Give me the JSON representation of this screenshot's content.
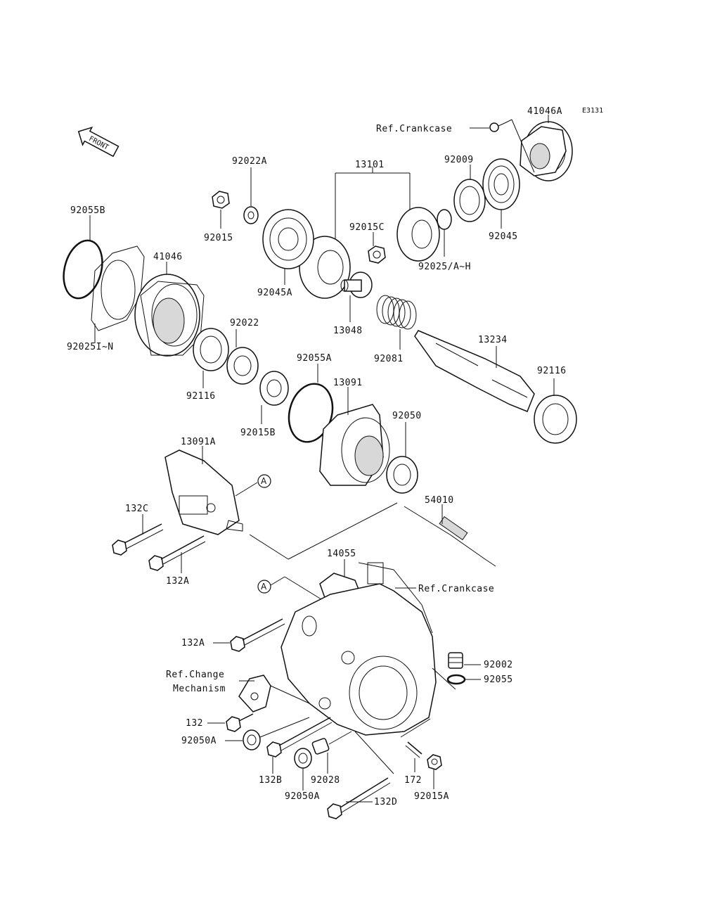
{
  "diagram_code": "E3131",
  "front_label": "FRONT",
  "callout_letter": "A",
  "part_labels": {
    "p41046A": "41046A",
    "ref_crankcase_top": "Ref.Crankcase",
    "p92009": "92009",
    "p13101": "13101",
    "p92022A": "92022A",
    "p92015": "92015",
    "p92015C": "92015C",
    "p92045": "92045",
    "p92025AH": "92025/A~H",
    "p92055B": "92055B",
    "p41046": "41046",
    "p92045A": "92045A",
    "p13048": "13048",
    "p92081": "92081",
    "p13234": "13234",
    "p92025IN": "92025I~N",
    "p92022": "92022",
    "p92116_left": "92116",
    "p92055A": "92055A",
    "p13091": "13091",
    "p92116_right": "92116",
    "p92015B": "92015B",
    "p92050": "92050",
    "p13091A": "13091A",
    "p54010": "54010",
    "p132C": "132C",
    "p132A_upper": "132A",
    "p14055": "14055",
    "ref_crankcase_mid": "Ref.Crankcase",
    "p132A_lower": "132A",
    "ref_change_1": "Ref.Change",
    "ref_change_2": "Mechanism",
    "p92002": "92002",
    "p92055": "92055",
    "p132": "132",
    "p92050A_left": "92050A",
    "p132B": "132B",
    "p92028": "92028",
    "p172": "172",
    "p92015A": "92015A",
    "p92050A_bottom": "92050A",
    "p132D": "132D"
  }
}
